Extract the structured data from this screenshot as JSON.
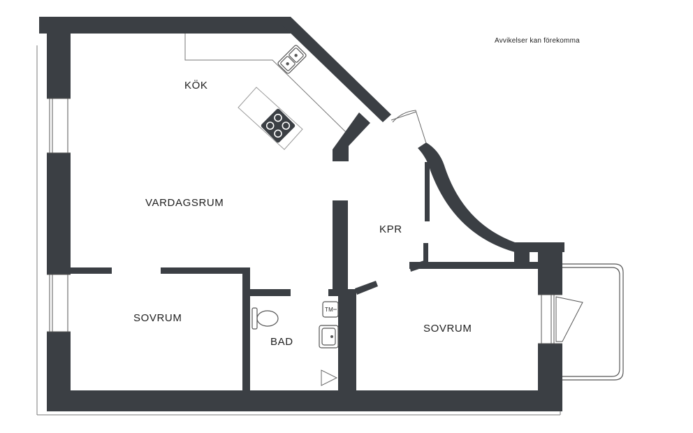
{
  "disclaimer": "Avvikelser kan förekomma",
  "rooms": {
    "kitchen": "KÖK",
    "living_room": "VARDAGSRUM",
    "hall": "KPR",
    "bathroom": "BAD",
    "bedroom_left": "SOVRUM",
    "bedroom_right": "SOVRUM"
  },
  "fixtures": {
    "washer_label": "TM"
  },
  "colors": {
    "wall": "#3b3f44",
    "fixture_line": "#666666",
    "background": "#ffffff"
  }
}
